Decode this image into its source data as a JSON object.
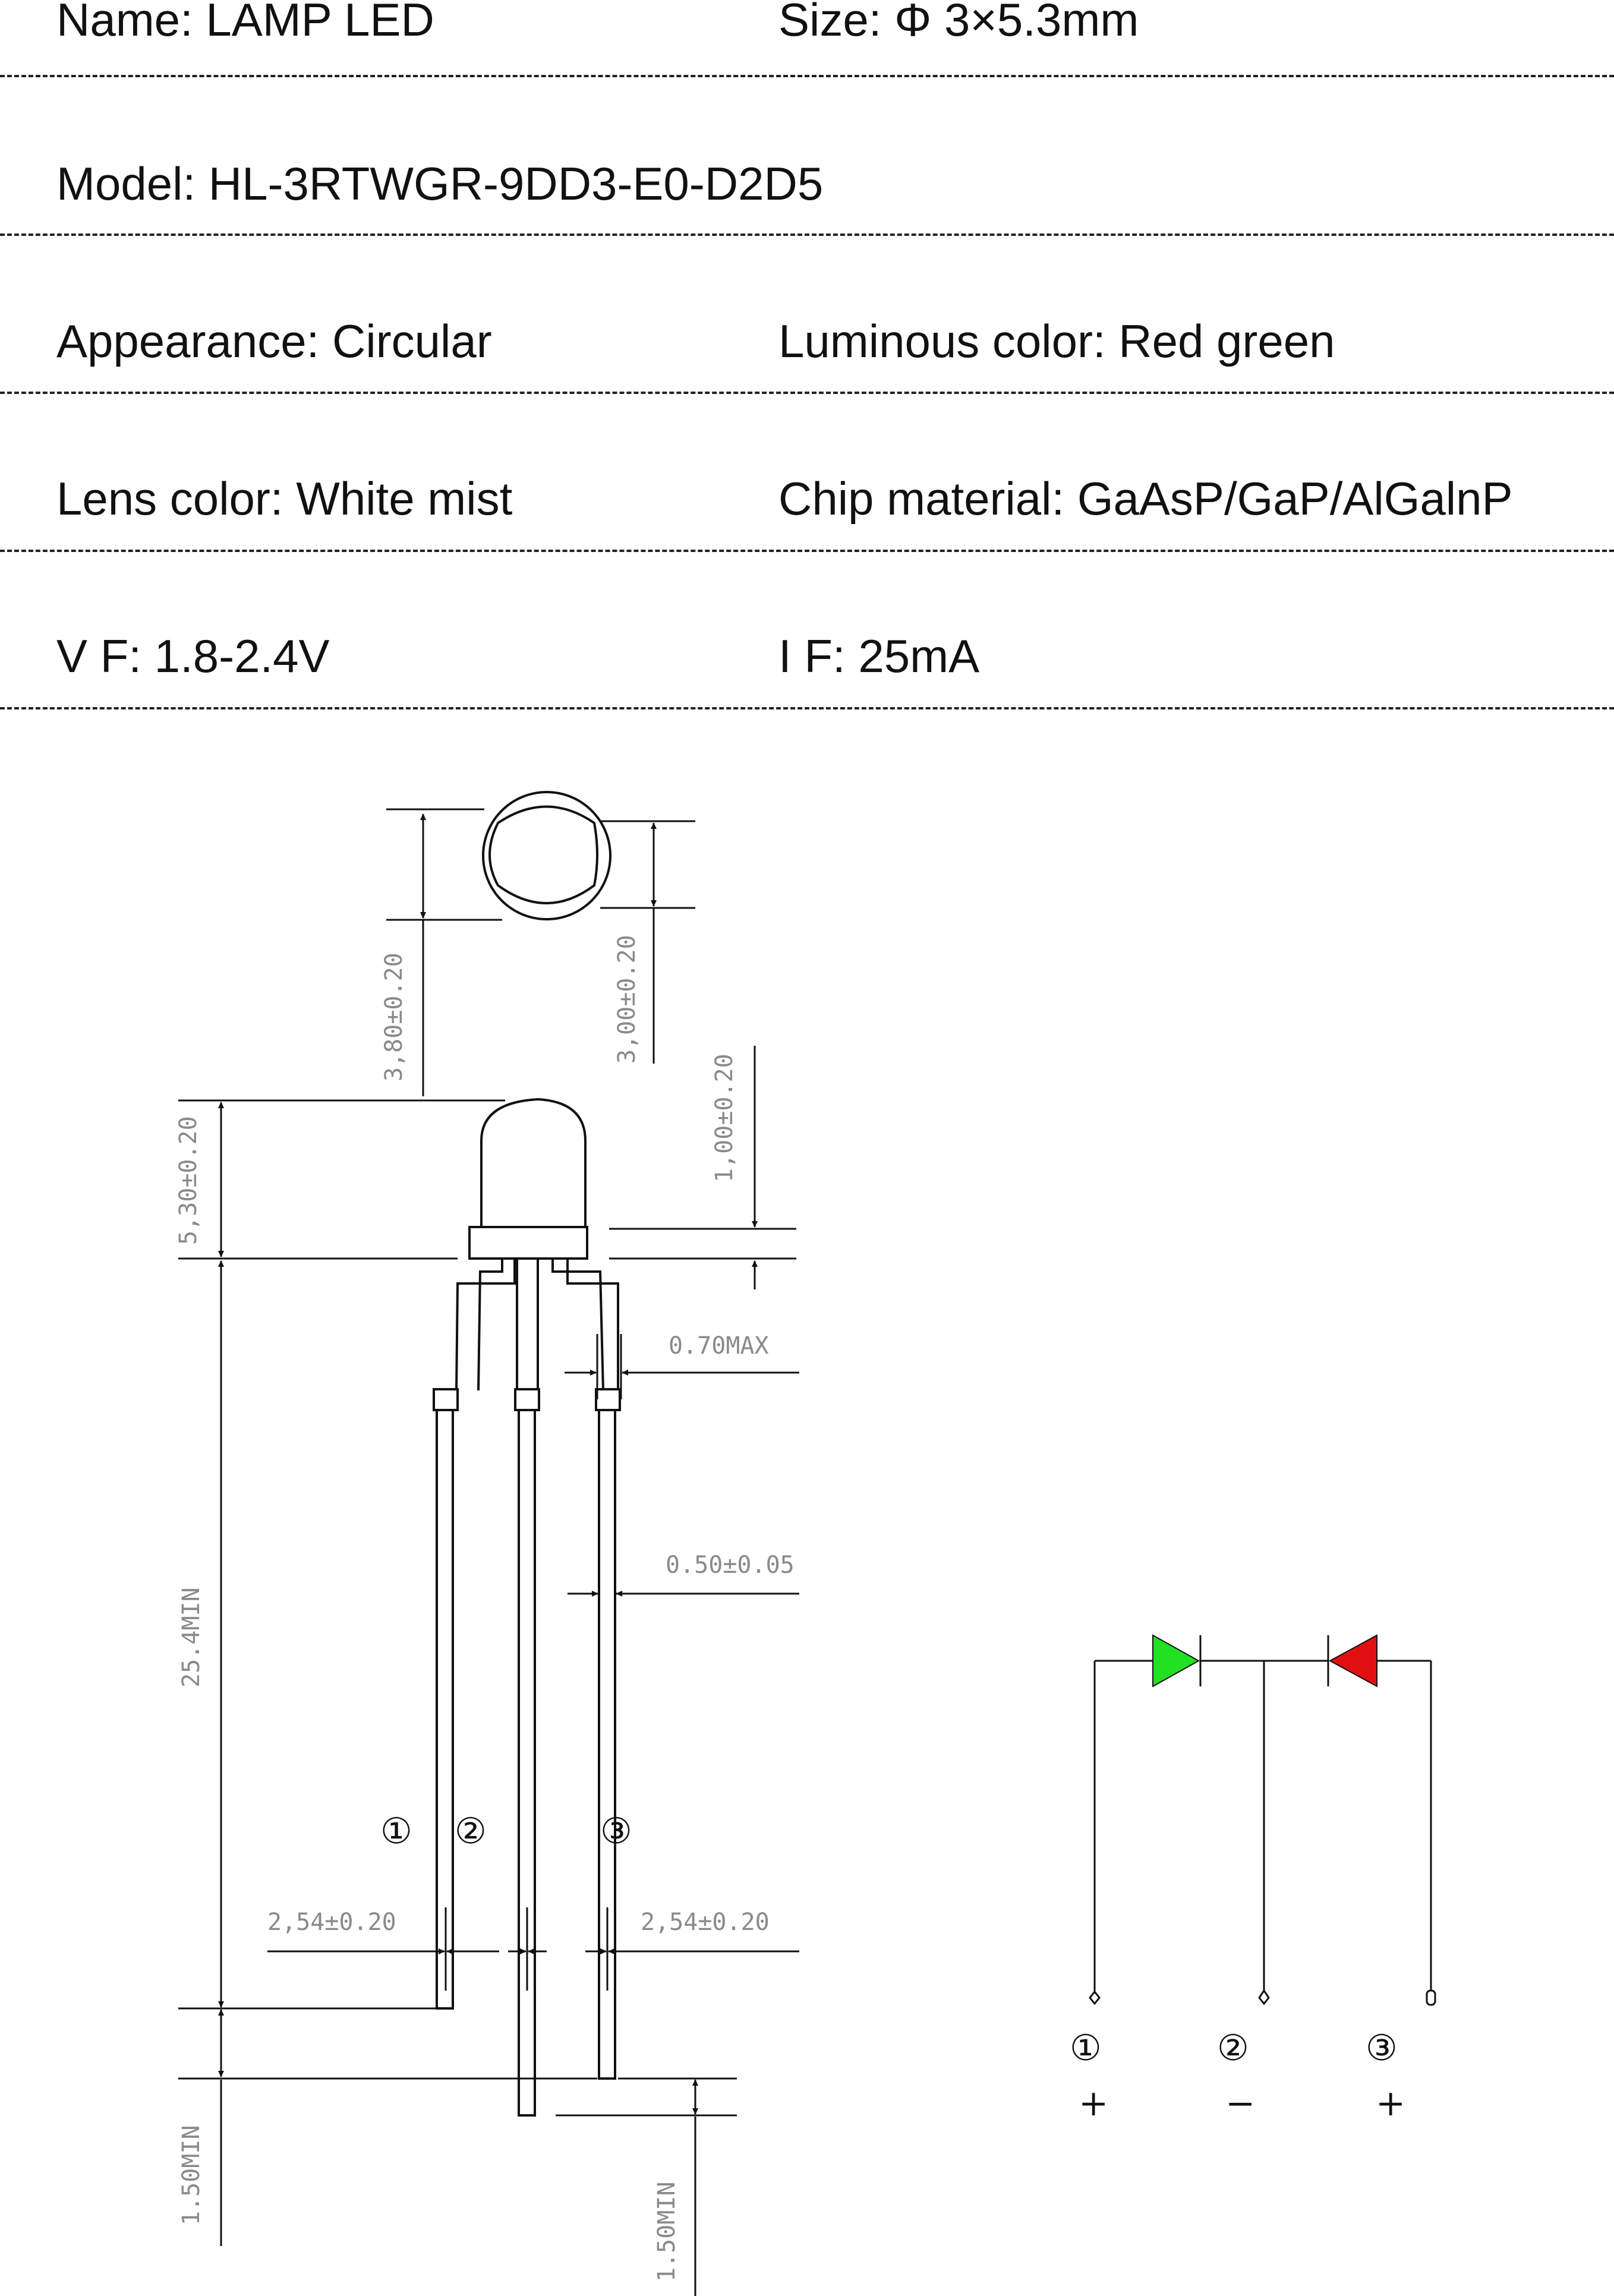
{
  "spec": {
    "name": "Name: LAMP LED",
    "size": "Size: Φ 3×5.3mm",
    "model": "Model: HL-3RTWGR-9DD3-E0-D2D5",
    "appearance": "Appearance: Circular",
    "luminous_color": "Luminous color: Red green",
    "lens_color": "Lens color: White mist",
    "chip_material": "Chip material: GaAsP/GaP/AlGalnP",
    "vf": "V F: 1.8-2.4V",
    "if": "I F: 25mA"
  },
  "drawing": {
    "dims": {
      "d380": "3,80±0.20",
      "d300": "3,00±0.20",
      "d100": "1,00±0.20",
      "d530": "5,30±0.20",
      "d070": "0.70MAX",
      "d050": "0.50±0.05",
      "d254": "25.4MIN",
      "p254l": "2,54±0.20",
      "p254r": "2,54±0.20",
      "d150a": "1.50MIN",
      "d150b": "1.50MIN"
    },
    "pins": {
      "p1": "①",
      "p2": "②",
      "p3": "③"
    }
  },
  "schematic": {
    "pins": {
      "p1": "①",
      "p2": "②",
      "p3": "③"
    },
    "signs": {
      "s1": "+",
      "s2": "−",
      "s3": "+"
    },
    "colors": {
      "green_led": "#22e022",
      "red_led": "#e01010"
    }
  }
}
